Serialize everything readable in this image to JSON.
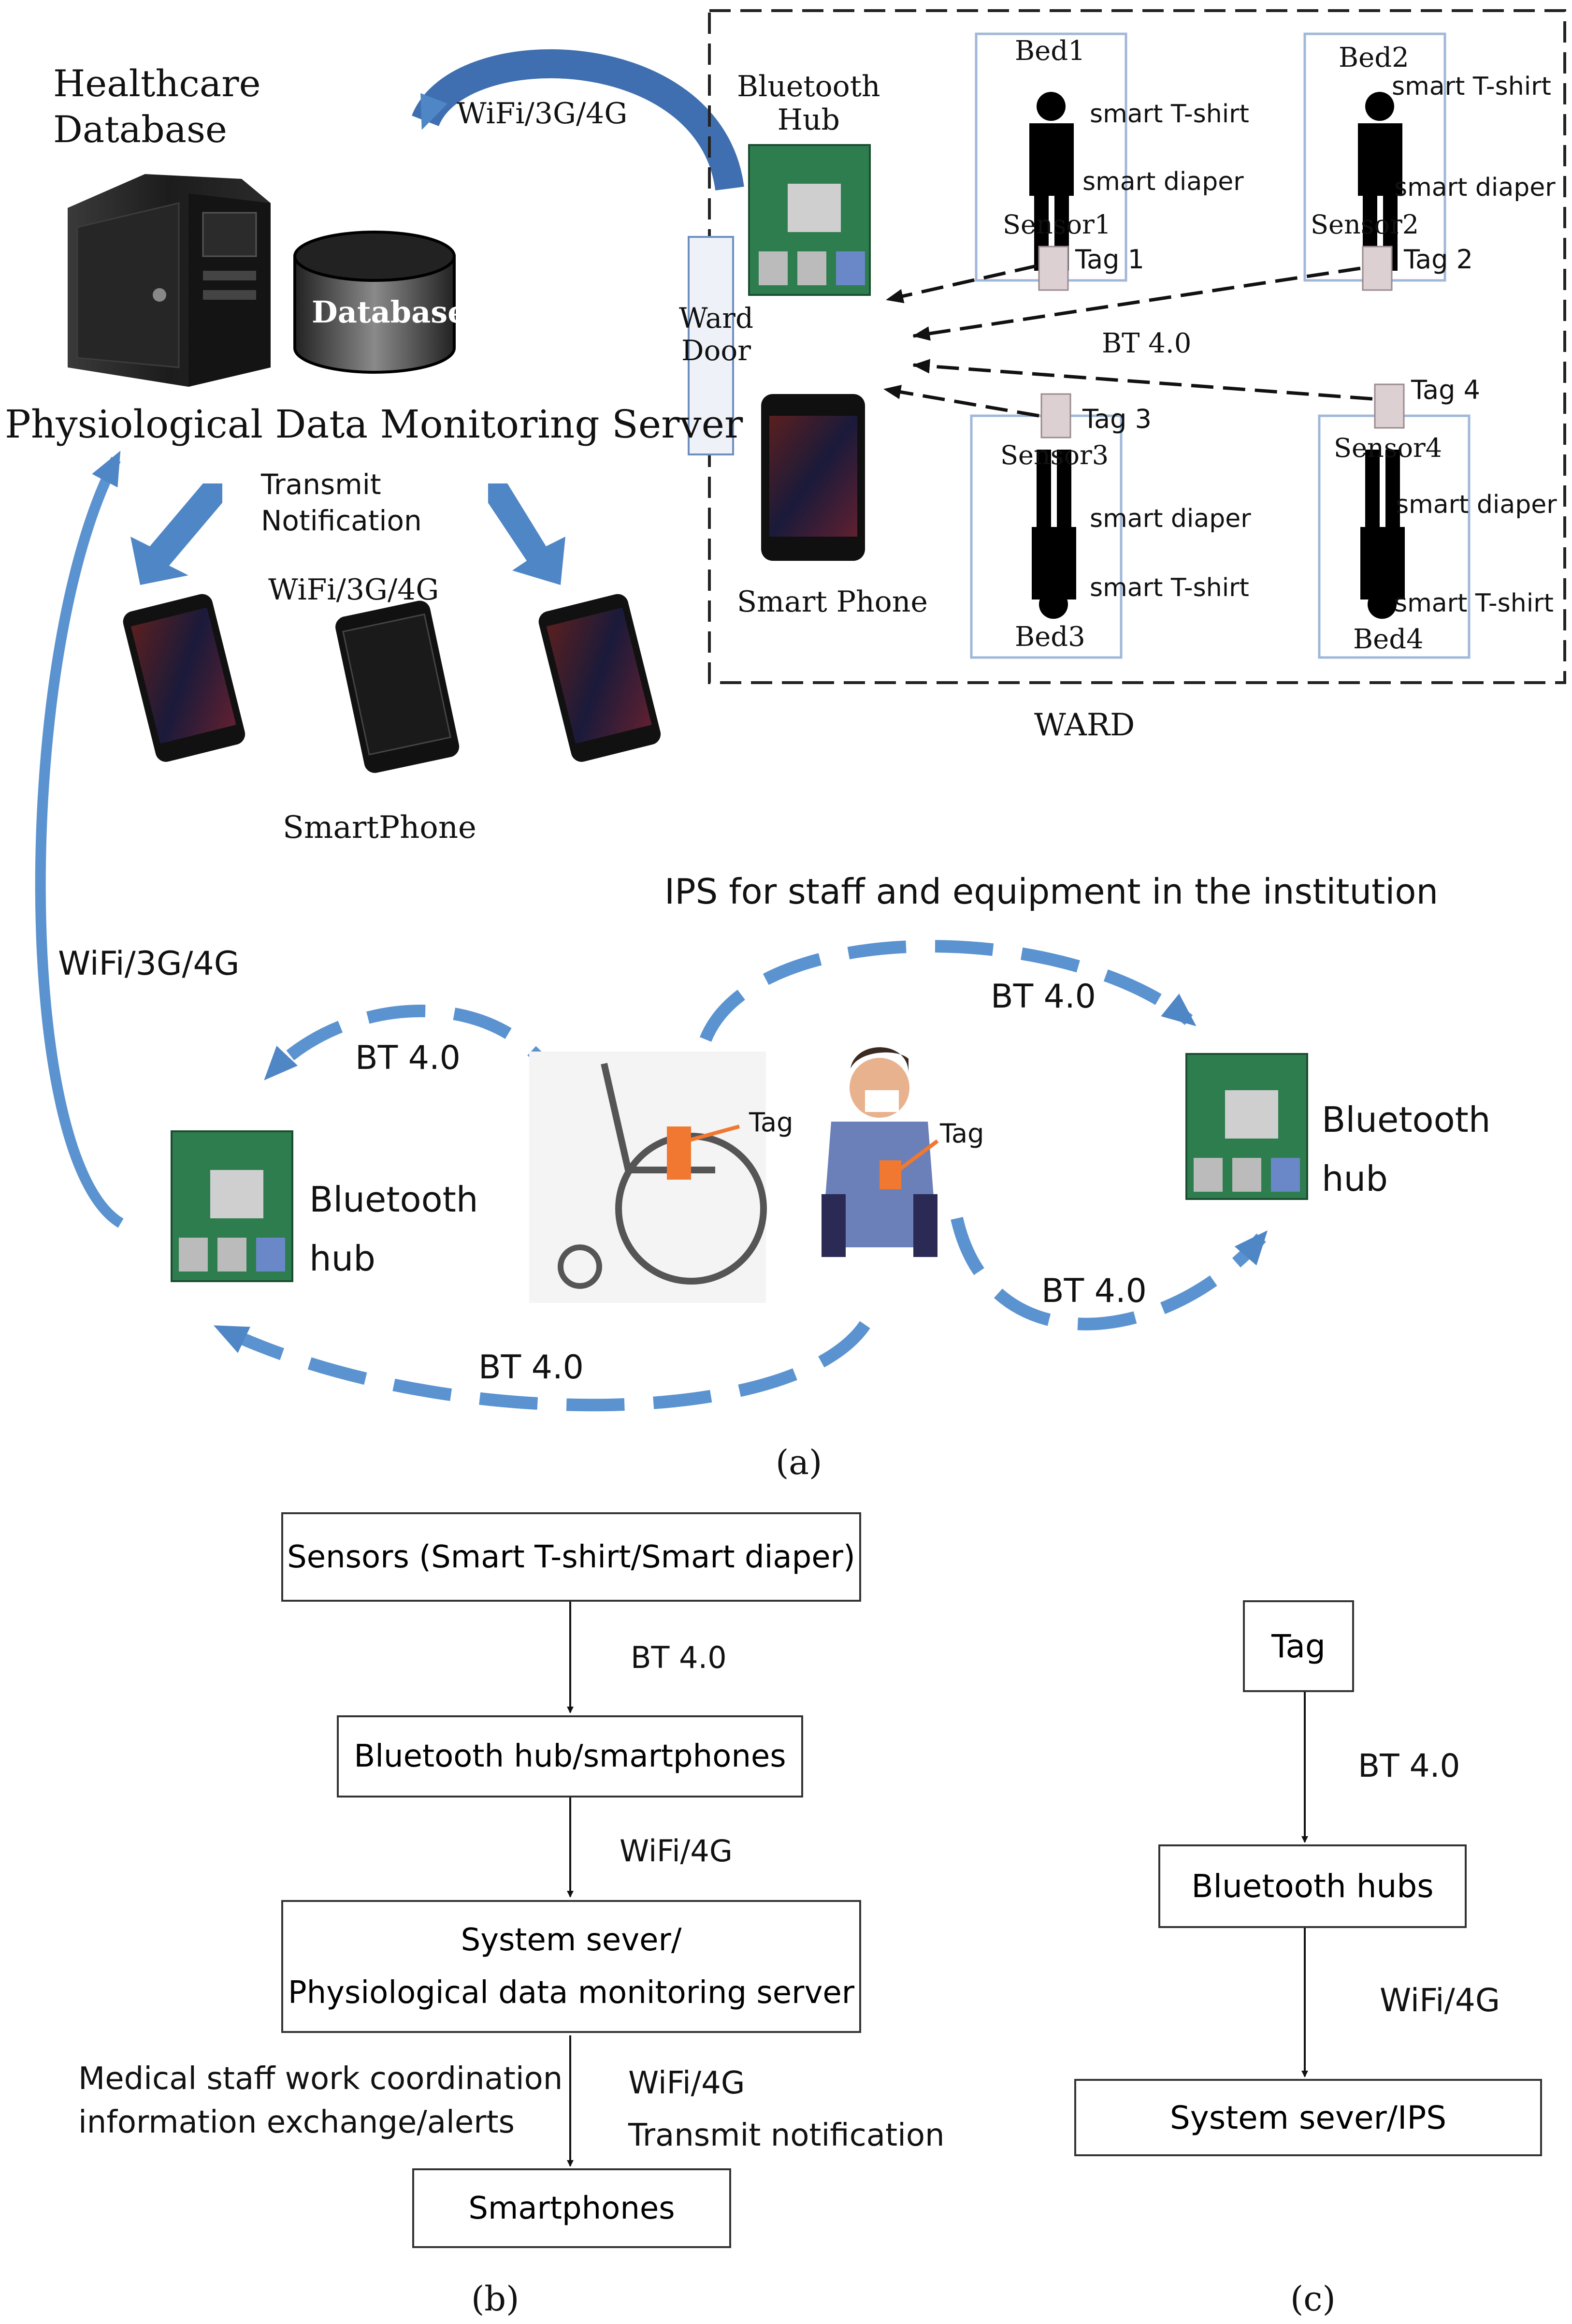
{
  "panel_a": {
    "healthcare_database": "Healthcare\nDatabase",
    "database_label": "Database",
    "server_label": "Physiological Data Monitoring Server",
    "wifi_top": "WiFi/3G/4G",
    "transmit_notification": "Transmit\nNotification",
    "wifi_phones": "WiFi/3G/4G",
    "smartphone_label": "SmartPhone",
    "bluetooth_hub_ward": "Bluetooth\nHub",
    "ward_door": "Ward\nDoor",
    "smart_phone_ward": "Smart Phone",
    "ward_label": "WARD",
    "bt_ward": "BT 4.0",
    "beds": [
      {
        "bed": "Bed1",
        "sensor": "Sensor1",
        "tag": "Tag 1",
        "shirt": "smart T-shirt",
        "diaper": "smart diaper"
      },
      {
        "bed": "Bed2",
        "sensor": "Sensor2",
        "tag": "Tag 2",
        "shirt": "smart T-shirt",
        "diaper": "smart diaper"
      },
      {
        "bed": "Bed3",
        "sensor": "Sensor3",
        "tag": "Tag 3",
        "shirt": "smart T-shirt",
        "diaper": "smart diaper"
      },
      {
        "bed": "Bed4",
        "sensor": "Sensor4",
        "tag": "Tag 4",
        "shirt": "smart T-shirt",
        "diaper": "smart diaper"
      }
    ],
    "ips_title": "IPS for staff and equipment in the institution",
    "wifi_left": "WiFi/3G/4G",
    "bt_top_left": "BT 4.0",
    "bt_top_right": "BT 4.0",
    "bt_bottom_right": "BT 4.0",
    "bt_bottom": "BT 4.0",
    "bluetooth_hub_left": "Bluetooth\nhub",
    "bluetooth_hub_right": "Bluetooth\nhub",
    "tag_wheelchair": "Tag",
    "tag_person": "Tag",
    "caption": "(a)"
  },
  "panel_b": {
    "box1": "Sensors (Smart T-shirt/Smart diaper)",
    "edge1": "BT 4.0",
    "box2": "Bluetooth hub/smartphones",
    "edge2": "WiFi/4G",
    "box3_line1": "System sever/",
    "box3_line2": "Physiological data monitoring server",
    "edge3_left_line1": "Medical staff work coordination",
    "edge3_left_line2": "information exchange/alerts",
    "edge3_right_line1": "WiFi/4G",
    "edge3_right_line2": "Transmit notification",
    "box4": "Smartphones",
    "caption": "(b)"
  },
  "panel_c": {
    "box1": "Tag",
    "edge1": "BT 4.0",
    "box2": "Bluetooth hubs",
    "edge2": "WiFi/4G",
    "box3": "System sever/IPS",
    "caption": "(c)"
  },
  "colors": {
    "arrow_blue": "#4f86c6",
    "arrow_dark_blue": "#2f5e9e",
    "board_green": "#2e7d4f",
    "ink": "#111111"
  }
}
